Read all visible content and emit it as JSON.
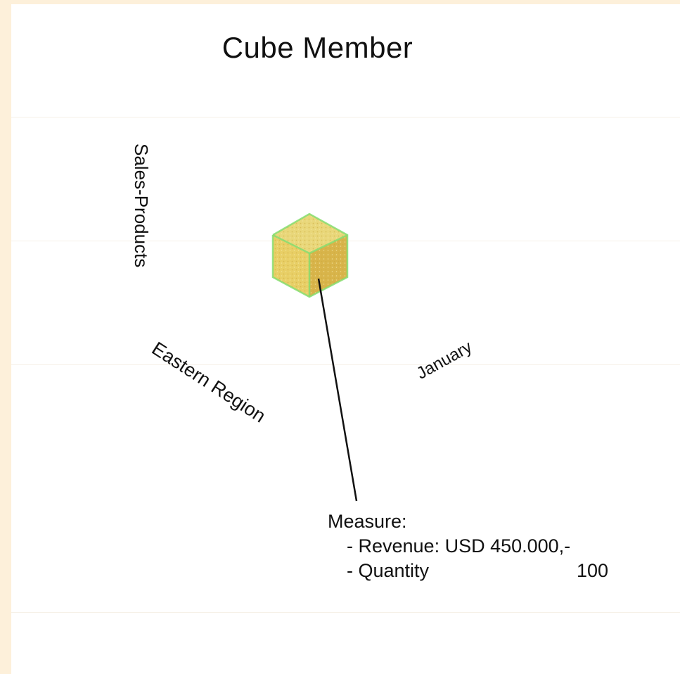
{
  "diagram": {
    "title": "Cube Member",
    "dimensions": {
      "vertical": "Sales-Products",
      "left_diagonal": "Eastern Region",
      "right_diagonal": "January"
    },
    "measure": {
      "heading": "Measure:",
      "revenue": "- Revenue: USD 450.000,-",
      "quantity_label": "- Quantity",
      "quantity_value": "100"
    },
    "cube": {
      "icon": "cube-member-icon",
      "colors": {
        "top": "#e9d77a",
        "left": "#e8d06a",
        "right": "#d9b64b",
        "edge": "#7ed96a"
      }
    }
  }
}
